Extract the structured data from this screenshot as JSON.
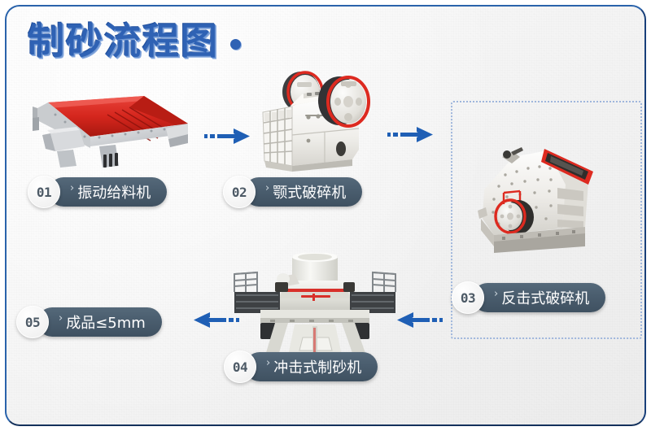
{
  "page": {
    "title": "制砂流程图",
    "title_dot": "•",
    "border_color": "#2a63ab",
    "accent_color": "#2f62b4",
    "arrow_color": "#1f5fb5",
    "badge_pill_color": "#4a5d6e",
    "dotted_zone_color": "#9fb6dc"
  },
  "steps": [
    {
      "number": "01",
      "label": "振动给料机",
      "chevron": "›",
      "machine": "vibrating-feeder",
      "machine_colors": {
        "body": "#d9dadc",
        "accent": "#d82a21"
      }
    },
    {
      "number": "02",
      "label": "颚式破碎机",
      "chevron": "›",
      "machine": "jaw-crusher",
      "machine_colors": {
        "body": "#f2f1ee",
        "accent": "#e02a20"
      }
    },
    {
      "number": "03",
      "label": "反击式破碎机",
      "chevron": "›",
      "machine": "impact-crusher",
      "machine_colors": {
        "body": "#efeeeb",
        "accent": "#e02a20"
      }
    },
    {
      "number": "04",
      "label": "冲击式制砂机",
      "chevron": "›",
      "machine": "vsi-sand-maker",
      "machine_colors": {
        "body": "#e9e9e4",
        "accent": "#d8302a"
      }
    },
    {
      "number": "05",
      "label": "成品≤5mm",
      "chevron": "›",
      "machine": "none",
      "machine_colors": {
        "body": "",
        "accent": ""
      }
    }
  ],
  "arrows": [
    {
      "name": "feeder-to-jaw",
      "direction": "right"
    },
    {
      "name": "jaw-to-impact",
      "direction": "right"
    },
    {
      "name": "impact-to-vsi",
      "direction": "left"
    },
    {
      "name": "vsi-to-product",
      "direction": "left"
    }
  ]
}
